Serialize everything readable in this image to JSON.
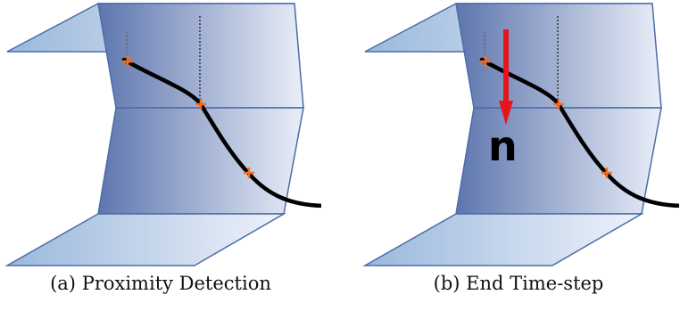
{
  "panels": [
    {
      "label": "(a)",
      "caption": "Proximity Detection",
      "show_normal": false
    },
    {
      "label": "(b)",
      "caption": "End Time-step",
      "show_normal": true,
      "normal_label": "n"
    }
  ],
  "colors": {
    "surface_dark": "#5e76ae",
    "surface_light": "#e9eef8",
    "edge": "#4b6da8",
    "curve": "#000000",
    "marker": "#ff6a1a",
    "normal_arrow": "#e8141c"
  }
}
